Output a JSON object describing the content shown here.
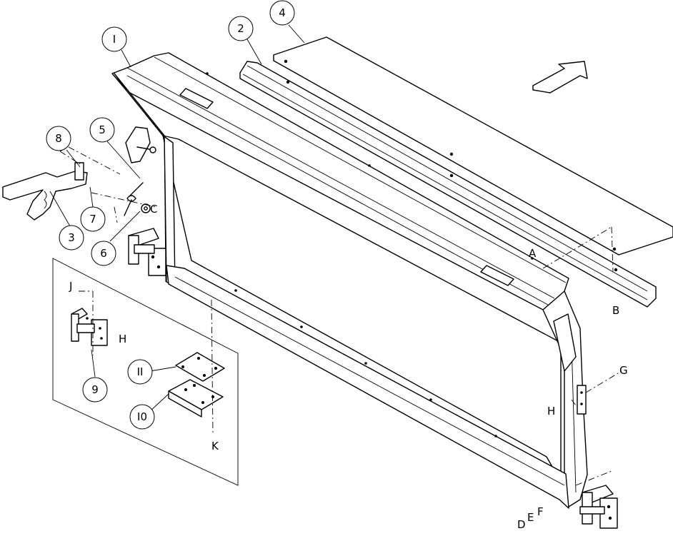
{
  "callouts": [
    {
      "id": "1",
      "label": "I"
    },
    {
      "id": "2",
      "label": "2"
    },
    {
      "id": "3",
      "label": "3"
    },
    {
      "id": "4",
      "label": "4"
    },
    {
      "id": "5",
      "label": "5"
    },
    {
      "id": "6",
      "label": "6"
    },
    {
      "id": "7",
      "label": "7"
    },
    {
      "id": "8",
      "label": "8"
    },
    {
      "id": "9",
      "label": "9"
    },
    {
      "id": "10",
      "label": "I0"
    },
    {
      "id": "11",
      "label": "II"
    }
  ],
  "letters": {
    "A": "A",
    "B": "B",
    "C": "C",
    "D": "D",
    "E": "E",
    "F": "F",
    "G": "G",
    "H_inset": "H",
    "H_right": "H",
    "J": "J",
    "K": "K"
  }
}
